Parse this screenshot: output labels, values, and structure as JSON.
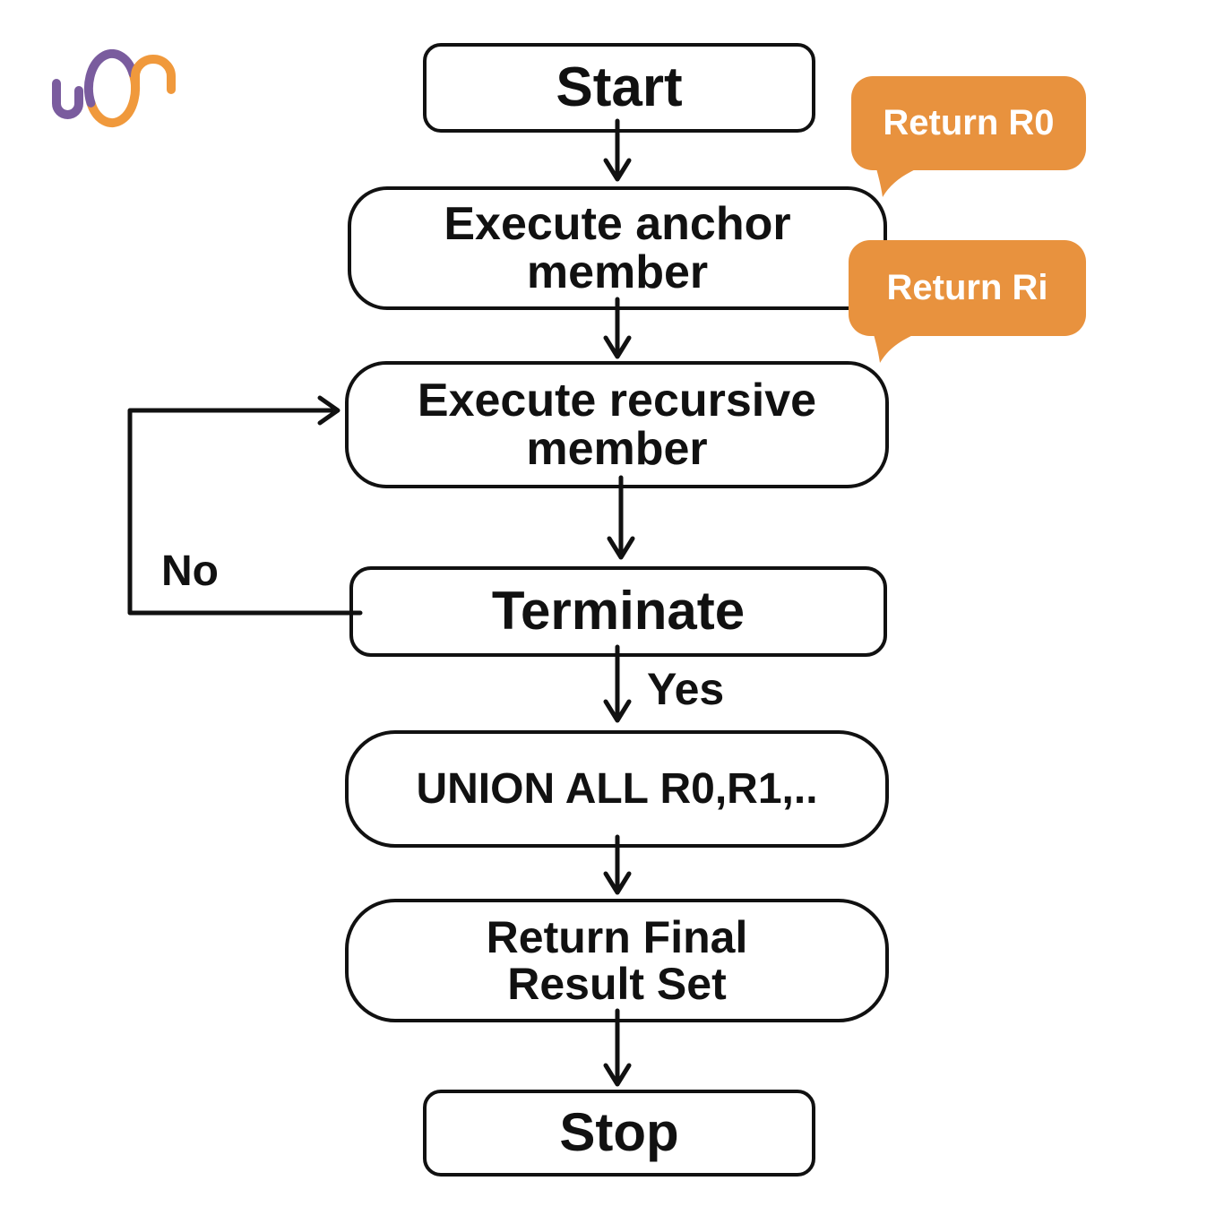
{
  "colors": {
    "canvas_bg": "#ffffff",
    "line": "#111111",
    "node_border": "#111111",
    "node_bg": "#ffffff",
    "node_text": "#111111",
    "callout_bg": "#E8923E",
    "callout_text": "#ffffff",
    "logo_purple": "#7A5C9E",
    "logo_orange": "#F0993C"
  },
  "diagram": {
    "type": "flowchart",
    "nodes": {
      "start": {
        "label": "Start"
      },
      "anchor": {
        "label": "Execute anchor\nmember"
      },
      "recursive": {
        "label": "Execute recursive\nmember"
      },
      "terminate": {
        "label": "Terminate"
      },
      "union": {
        "label": "UNION ALL R0,R1,.."
      },
      "final": {
        "label": "Return Final\nResult Set"
      },
      "stop": {
        "label": "Stop"
      }
    },
    "edges": {
      "yes_label": "Yes",
      "no_label": "No"
    },
    "callouts": {
      "r0": {
        "label": "Return R0"
      },
      "ri": {
        "label": "Return Ri"
      }
    }
  }
}
